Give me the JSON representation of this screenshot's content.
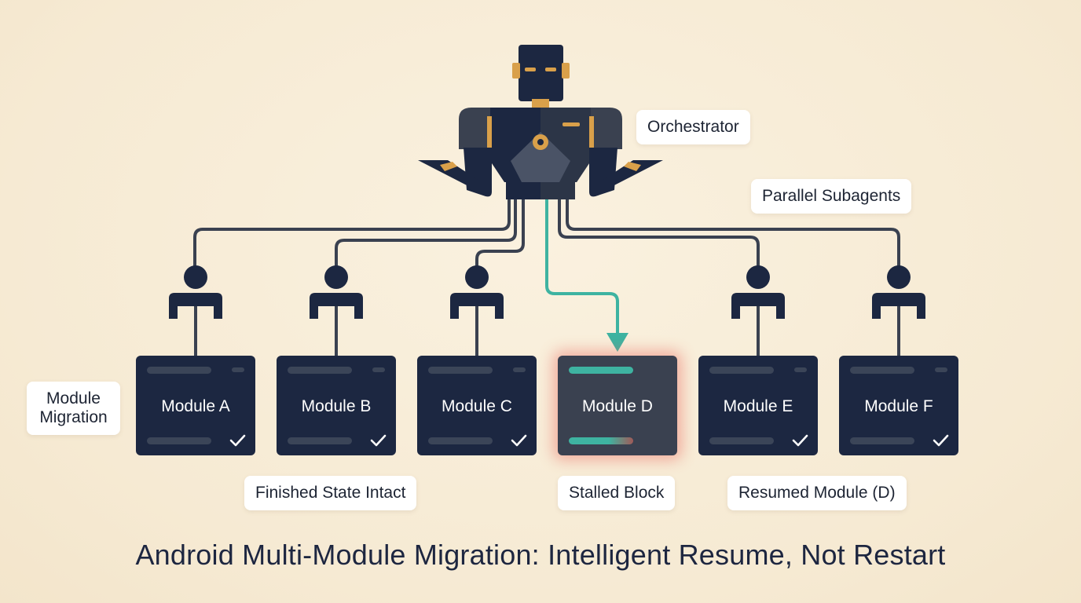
{
  "diagram": {
    "orchestrator_label": "Orchestrator",
    "subagents_label": "Parallel Subagents",
    "module_migration_label": "Module\nMigration",
    "finished_label": "Finished State Intact",
    "stalled_label": "Stalled Block",
    "resumed_label": "Resumed Module (D)",
    "title": "Android Multi-Module Migration: Intelligent Resume, Not Restart",
    "modules": [
      {
        "name": "Module A",
        "status": "done"
      },
      {
        "name": "Module B",
        "status": "done"
      },
      {
        "name": "Module C",
        "status": "done"
      },
      {
        "name": "Module D",
        "status": "stalled"
      },
      {
        "name": "Module E",
        "status": "done"
      },
      {
        "name": "Module F",
        "status": "done"
      }
    ]
  },
  "colors": {
    "background": "#f7ecd6",
    "navy": "#1c2741",
    "accent_gold": "#d9a04a",
    "teal": "#3eb3a1",
    "stalled_glow": "#e86056",
    "wire": "#3a4150"
  },
  "icons": [
    "robot-orchestrator-icon",
    "subagent-person-icon",
    "checkmark-icon",
    "arrow-down-icon"
  ]
}
